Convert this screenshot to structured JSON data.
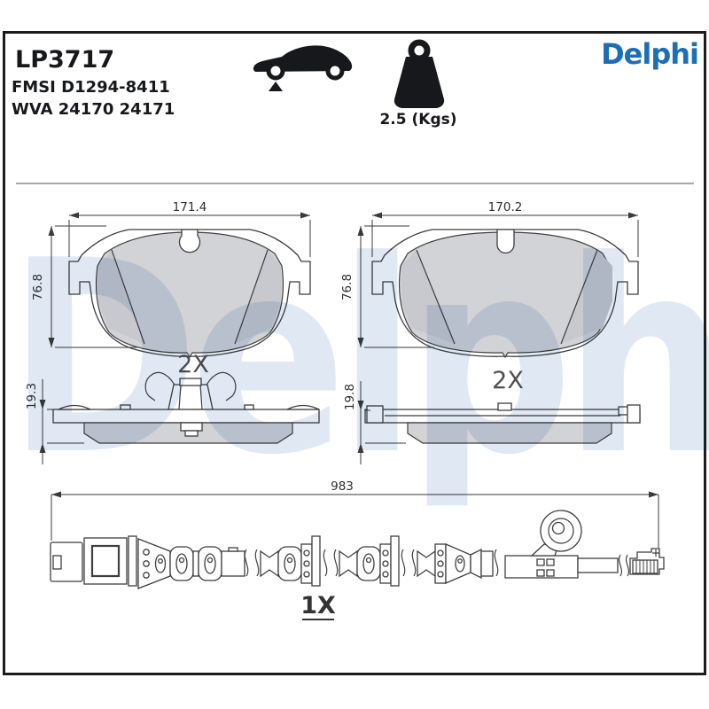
{
  "header": {
    "part_number": "LP3717",
    "fmsi": "FMSI D1294-8411",
    "wva": "WVA 24170 24171",
    "brand_logo": "Delphi",
    "weight_label": "2.5 (Kgs)"
  },
  "watermark": {
    "text": "Delphi"
  },
  "figures": {
    "pad_front_left": {
      "width_mm": "171.4",
      "height_mm": "76.8",
      "quantity": "2X"
    },
    "pad_front_right": {
      "width_mm": "170.2",
      "height_mm": "76.8",
      "quantity": "2X"
    },
    "pad_side_left": {
      "thickness_mm": "19.3"
    },
    "pad_side_right": {
      "thickness_mm": "19.8"
    },
    "wear_sensor": {
      "length_mm": "983",
      "quantity": "1X"
    }
  },
  "colors": {
    "brand_blue": "#1C6FB7",
    "watermark_blue": "#E0E8F3",
    "line_dark": "#3F3F3F",
    "friction_gray": "#D2D3D7",
    "frame_dark": "#1C1C1E"
  }
}
